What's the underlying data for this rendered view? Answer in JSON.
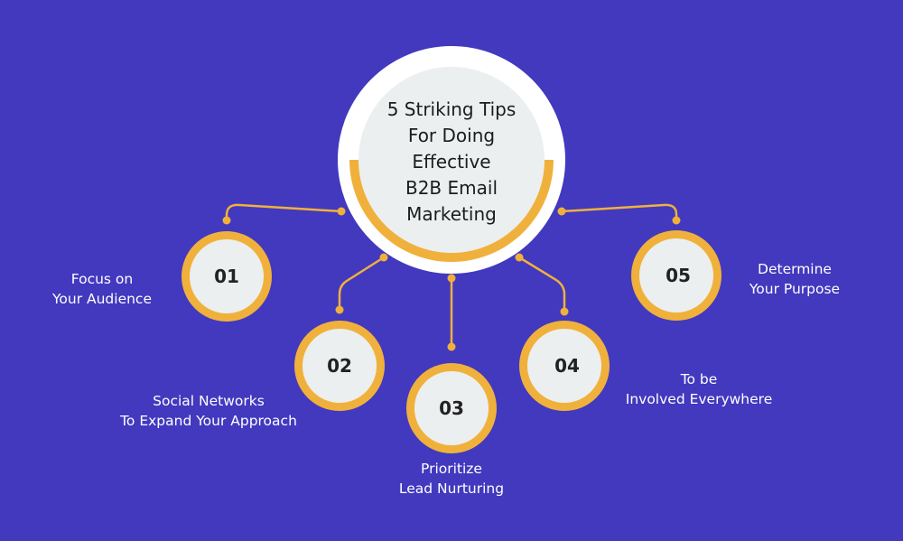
{
  "title": "5 Striking Tips\nFor Doing\nEffective\nB2B Email\nMarketing",
  "colors": {
    "background": "#4239bf",
    "accent": "#f0b13c",
    "circle_fill": "#eceff0",
    "outer_ring": "#ffffff"
  },
  "tips": [
    {
      "number": "01",
      "label": "Focus on\nYour Audience"
    },
    {
      "number": "02",
      "label": "Social Networks\nTo Expand Your Approach"
    },
    {
      "number": "03",
      "label": "Prioritize\nLead Nurturing"
    },
    {
      "number": "04",
      "label": "To be\nInvolved Everywhere"
    },
    {
      "number": "05",
      "label": "Determine\nYour Purpose"
    }
  ]
}
